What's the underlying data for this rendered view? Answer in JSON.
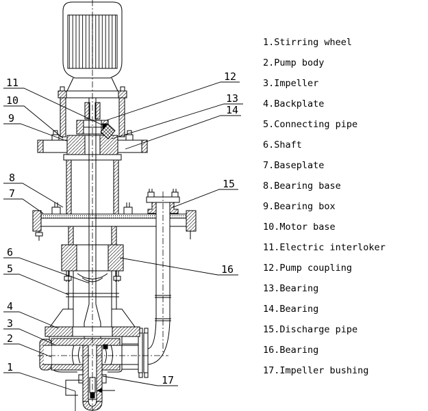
{
  "legend": {
    "items": [
      {
        "num": "1.",
        "label": "Stirring wheel"
      },
      {
        "num": "2.",
        "label": "Pump body"
      },
      {
        "num": "3.",
        "label": "Impeller"
      },
      {
        "num": "4.",
        "label": "Backplate"
      },
      {
        "num": "5.",
        "label": "Connecting pipe"
      },
      {
        "num": "6.",
        "label": "Shaft"
      },
      {
        "num": "7.",
        "label": "Baseplate"
      },
      {
        "num": "8.",
        "label": "Bearing base"
      },
      {
        "num": "9.",
        "label": "Bearing box"
      },
      {
        "num": "10.",
        "label": "Motor base"
      },
      {
        "num": "11.",
        "label": "Electric interloker"
      },
      {
        "num": "12.",
        "label": "Pump coupling"
      },
      {
        "num": "13.",
        "label": "Bearing"
      },
      {
        "num": "14.",
        "label": "Bearing"
      },
      {
        "num": "15.",
        "label": "Discharge pipe"
      },
      {
        "num": "16.",
        "label": "Bearing"
      },
      {
        "num": "17.",
        "label": "Impeller bushing"
      }
    ]
  },
  "drawing": {
    "callouts": {
      "c1": "1",
      "c2": "2",
      "c3": "3",
      "c4": "4",
      "c5": "5",
      "c6": "6",
      "c7": "7",
      "c8": "8",
      "c9": "9",
      "c10": "10",
      "c11": "11",
      "c12": "12",
      "c13": "13",
      "c14": "14",
      "c15": "15",
      "c16": "16",
      "c17": "17"
    },
    "colors": {
      "line": "#000000",
      "background": "#ffffff"
    }
  }
}
